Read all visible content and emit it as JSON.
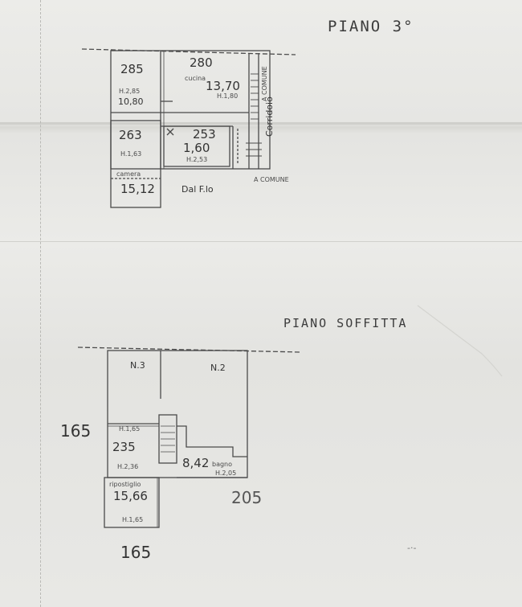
{
  "floors": [
    {
      "title": "PIANO 3°",
      "rooms": [
        {
          "ceiling": "285",
          "height_note": "H.2,85",
          "area": "10,80"
        },
        {
          "ceiling": "280",
          "name": "cucina",
          "area": "13,70",
          "height_note": "H.1,80"
        },
        {
          "ceiling": "263",
          "height_note": "H.1,63",
          "name": "camera",
          "area": "15,12"
        },
        {
          "ceiling": "253",
          "area": "1,60",
          "height_note": "H.2,53"
        }
      ],
      "labels": {
        "corridor": "Corridoio",
        "common_1": "A COMUNE",
        "common_2": "A COMUNE",
        "courtyard": "Dal F.lo"
      }
    },
    {
      "title": "PIANO SOFFITTA",
      "rooms": [
        {
          "tag": "N.3"
        },
        {
          "tag": "N.2"
        },
        {
          "ceiling": "235",
          "height_note_top": "H.1,65",
          "height_note": "H.2,36",
          "name": "ripostiglio",
          "area": "15,66",
          "height_note_bottom": "H.1,65"
        },
        {
          "name": "bagno",
          "area": "8,42",
          "height_note": "H.2,05"
        }
      ],
      "dimensions": {
        "left": "165",
        "bottom": "165",
        "right": "205"
      }
    }
  ],
  "stray_mark": "-·-"
}
